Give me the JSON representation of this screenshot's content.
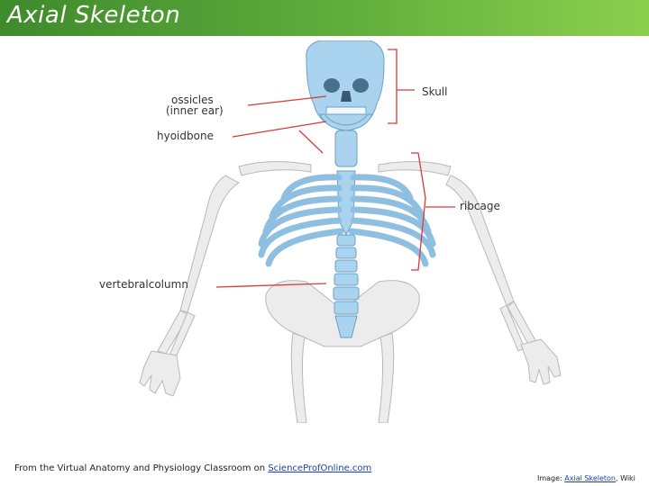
{
  "slide": {
    "title": "Axial Skeleton"
  },
  "figure": {
    "labels": {
      "ossicles_line1": "ossicles",
      "ossicles_line2": "(inner ear)",
      "hyoid": "hyoidbone",
      "skull": "Skull",
      "ribcage": "ribcage",
      "vertebral": "vertebralcolumn"
    }
  },
  "footer": {
    "left_prefix": "From the  Virtual Anatomy and Physiology Classroom on ",
    "left_link": "ScienceProfOnline.com",
    "right_prefix": "Image: ",
    "right_link": "Axial Skeleton",
    "right_suffix": ", Wiki"
  },
  "colors": {
    "title_bar": "#5aa83a",
    "axial_bone": "#a9d3ef",
    "appendicular_bone": "#e6e6e6",
    "leader_line": "#d83a3a"
  }
}
